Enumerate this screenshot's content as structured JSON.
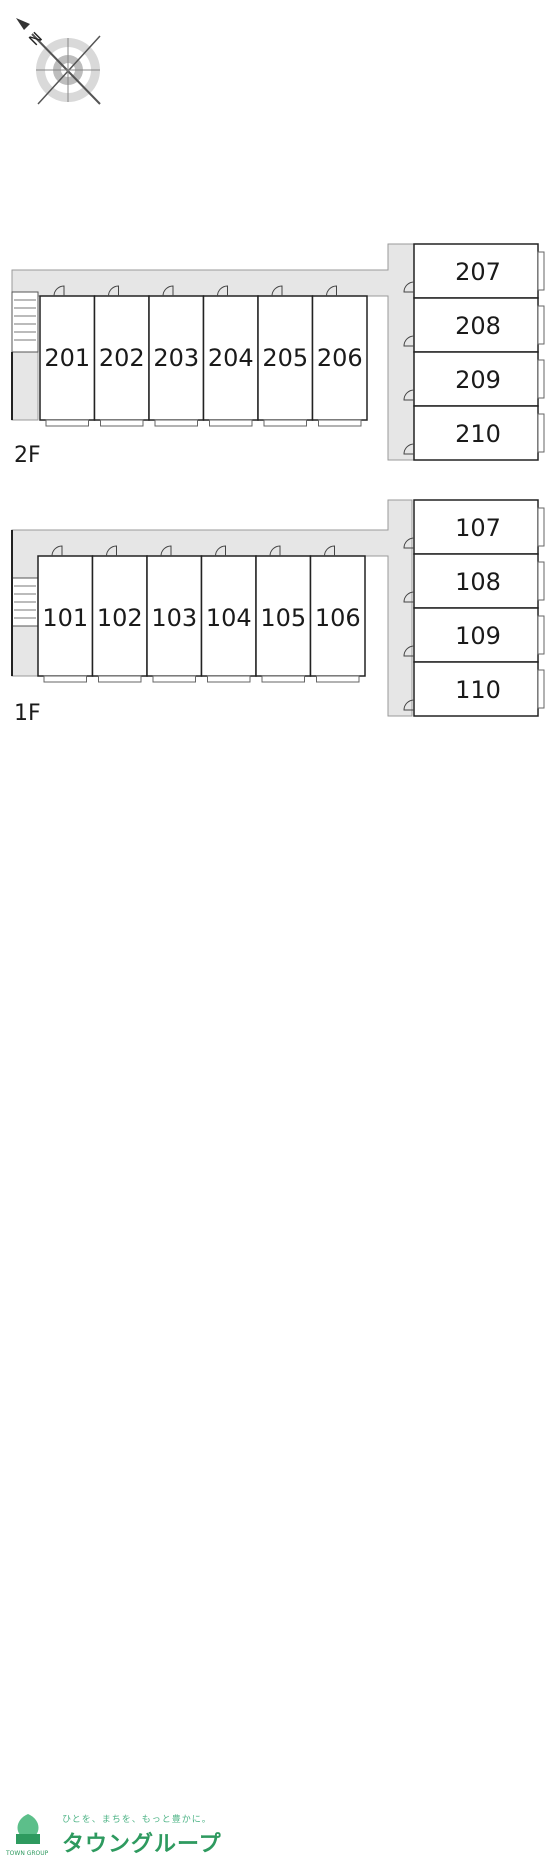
{
  "compass": {
    "north_label": "N",
    "icon": "compass-rose-icon"
  },
  "floors": [
    {
      "label": "2F",
      "row_units": [
        "201",
        "202",
        "203",
        "204",
        "205",
        "206"
      ],
      "column_units": [
        "207",
        "208",
        "209",
        "210"
      ]
    },
    {
      "label": "1F",
      "row_units": [
        "101",
        "102",
        "103",
        "104",
        "105",
        "106"
      ],
      "column_units": [
        "107",
        "108",
        "109",
        "110"
      ]
    }
  ],
  "footer": {
    "slogan": "ひとを、まちを、もっと豊かに。",
    "brand": "タウングループ",
    "logo_sub": "TOWN GROUP",
    "logo_icon": "town-group-leaf-icon",
    "brand_color": "#2e9a5f"
  }
}
